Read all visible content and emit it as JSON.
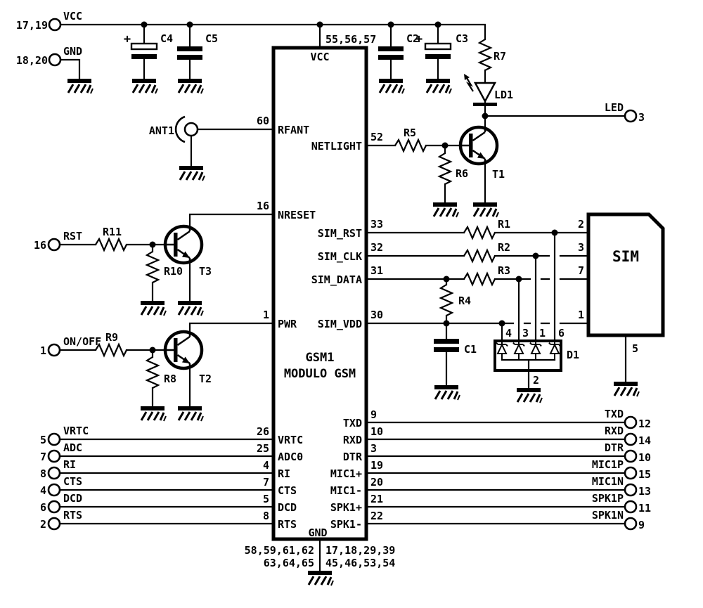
{
  "ic": {
    "ref": "GSM1",
    "name": "MODULO GSM",
    "top_pin": {
      "num": "55,56,57",
      "label": "VCC"
    },
    "left_pins": [
      {
        "num": "60",
        "label": "RFANT"
      },
      {
        "num": "16",
        "label": "NRESET"
      },
      {
        "num": "1",
        "label": "PWR"
      },
      {
        "num": "26",
        "label": "VRTC"
      },
      {
        "num": "25",
        "label": "ADC0"
      },
      {
        "num": "4",
        "label": "RI"
      },
      {
        "num": "7",
        "label": "CTS"
      },
      {
        "num": "5",
        "label": "DCD"
      },
      {
        "num": "8",
        "label": "RTS"
      }
    ],
    "right_pins": [
      {
        "num": "52",
        "label": "NETLIGHT"
      },
      {
        "num": "33",
        "label": "SIM_RST"
      },
      {
        "num": "32",
        "label": "SIM_CLK"
      },
      {
        "num": "31",
        "label": "SIM_DATA"
      },
      {
        "num": "30",
        "label": "SIM_VDD"
      },
      {
        "num": "9",
        "label": "TXD"
      },
      {
        "num": "10",
        "label": "RXD"
      },
      {
        "num": "3",
        "label": "DTR"
      },
      {
        "num": "19",
        "label": "MIC1+"
      },
      {
        "num": "20",
        "label": "MIC1-"
      },
      {
        "num": "21",
        "label": "SPK1+"
      },
      {
        "num": "22",
        "label": "SPK1-"
      }
    ],
    "gnd_pin": {
      "label": "GND",
      "nums_left": [
        "58,59,61,62",
        "63,64,65"
      ],
      "nums_right": [
        "17,18,29,39",
        "45,46,53,54"
      ]
    }
  },
  "left_terminals": [
    {
      "num": "17,19",
      "label": "VCC"
    },
    {
      "num": "18,20",
      "label": "GND"
    },
    {
      "num": "16",
      "label": "RST"
    },
    {
      "num": "1",
      "label": "ON/OFF"
    },
    {
      "num": "5",
      "label": "VRTC"
    },
    {
      "num": "7",
      "label": "ADC"
    },
    {
      "num": "8",
      "label": "RI"
    },
    {
      "num": "4",
      "label": "CTS"
    },
    {
      "num": "6",
      "label": "DCD"
    },
    {
      "num": "2",
      "label": "RTS"
    }
  ],
  "right_terminals": [
    {
      "num": "3",
      "label": "LED"
    },
    {
      "num": "12",
      "label": "TXD"
    },
    {
      "num": "14",
      "label": "RXD"
    },
    {
      "num": "10",
      "label": "DTR"
    },
    {
      "num": "15",
      "label": "MIC1P"
    },
    {
      "num": "13",
      "label": "MIC1N"
    },
    {
      "num": "11",
      "label": "SPK1P"
    },
    {
      "num": "9",
      "label": "SPK1N"
    }
  ],
  "parts": {
    "r1": "R1",
    "r2": "R2",
    "r3": "R3",
    "r4": "R4",
    "r5": "R5",
    "r6": "R6",
    "r7": "R7",
    "r8": "R8",
    "r9": "R9",
    "r10": "R10",
    "r11": "R11",
    "c1": "C1",
    "c2": "C2",
    "c3": "C3",
    "c4": "C4",
    "c5": "C5",
    "t1": "T1",
    "t2": "T2",
    "t3": "T3",
    "ld1": "LD1",
    "ant1": "ANT1",
    "plus": "+"
  },
  "d1": {
    "ref": "D1",
    "top_pins": [
      "4",
      "3",
      "1",
      "6"
    ],
    "bottom_pin": "2"
  },
  "sim": {
    "label": "SIM",
    "pin_rst": "2",
    "pin_clk": "3",
    "pin_data": "7",
    "pin_vdd": "1",
    "pin_gnd": "5"
  }
}
